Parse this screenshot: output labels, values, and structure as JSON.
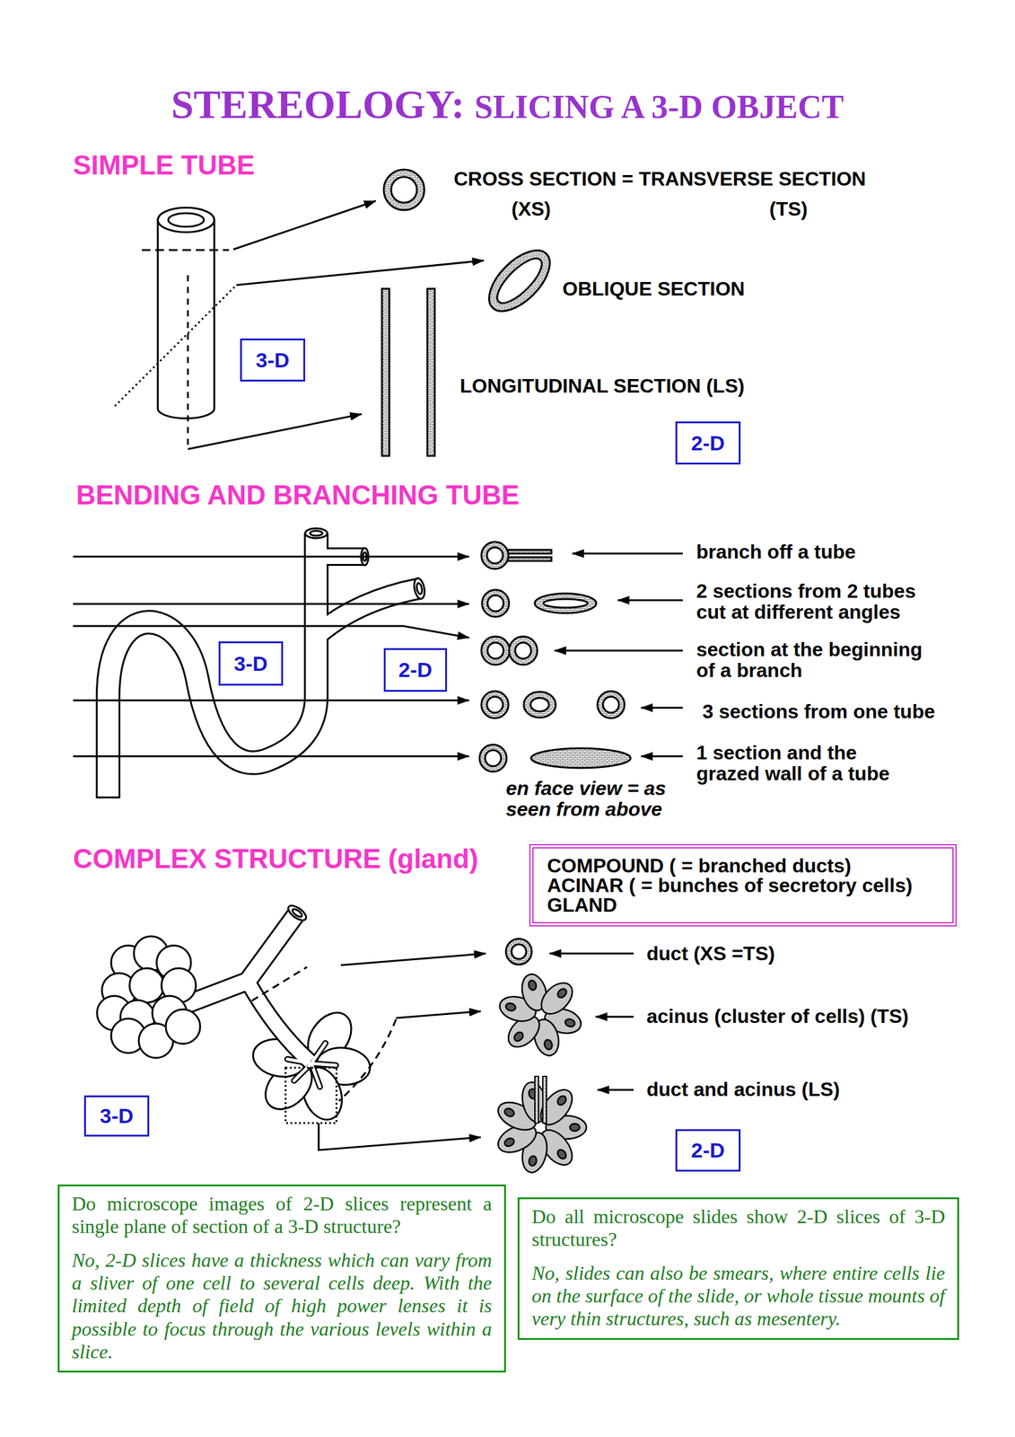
{
  "diagram": {
    "title": "STEREOLOGY:",
    "nodes": [
      {
        "text": [
          "3-D"
        ]
      },
      {
        "text": [
          "2-D"
        ]
      },
      {
        "text": [
          "3-D"
        ]
      },
      {
        "text": [
          "2-D"
        ]
      },
      {
        "text": [
          "COMPOUND ( = branched ducts)",
          "ACINAR ( = bunches of secretory cells)",
          "GLAND"
        ]
      },
      {
        "text": [
          "3-D"
        ]
      },
      {
        "text": [
          "2-D"
        ]
      },
      {
        "text": [
          "Do microscope images of 2-D slices represent a single plane of section of a 3-D structure?",
          "No, 2-D slices have a thickness which can vary from a sliver of one cell to several cells deep. With the limited depth of field of high power lenses it is possible to focus through the various levels within a slice."
        ]
      },
      {
        "text": [
          "Do all microscope slides show 2-D slices of 3-D structures?",
          "No, slides can also be smears, where entire cells lie on the surface of the slide, or whole tissue mounts of very thin structures, such as mesentery."
        ]
      }
    ],
    "labels": [
      "SLICING A 3-D OBJECT",
      "SIMPLE TUBE",
      "CROSS SECTION = TRANSVERSE SECTION",
      "(XS)",
      "(TS)",
      "OBLIQUE SECTION",
      "LONGITUDINAL SECTION (LS)",
      "BENDING AND BRANCHING TUBE",
      "branch off a tube",
      "2 sections from 2 tubes cut at different angles",
      "section at the beginning of a branch",
      "3 sections from one tube",
      "1 section and the grazed wall of a tube",
      "en face view = as seen from above",
      "COMPLEX STRUCTURE (gland)",
      "duct (XS =TS)",
      "acinus (cluster of cells) (TS)",
      "duct and acinus (LS)"
    ]
  }
}
